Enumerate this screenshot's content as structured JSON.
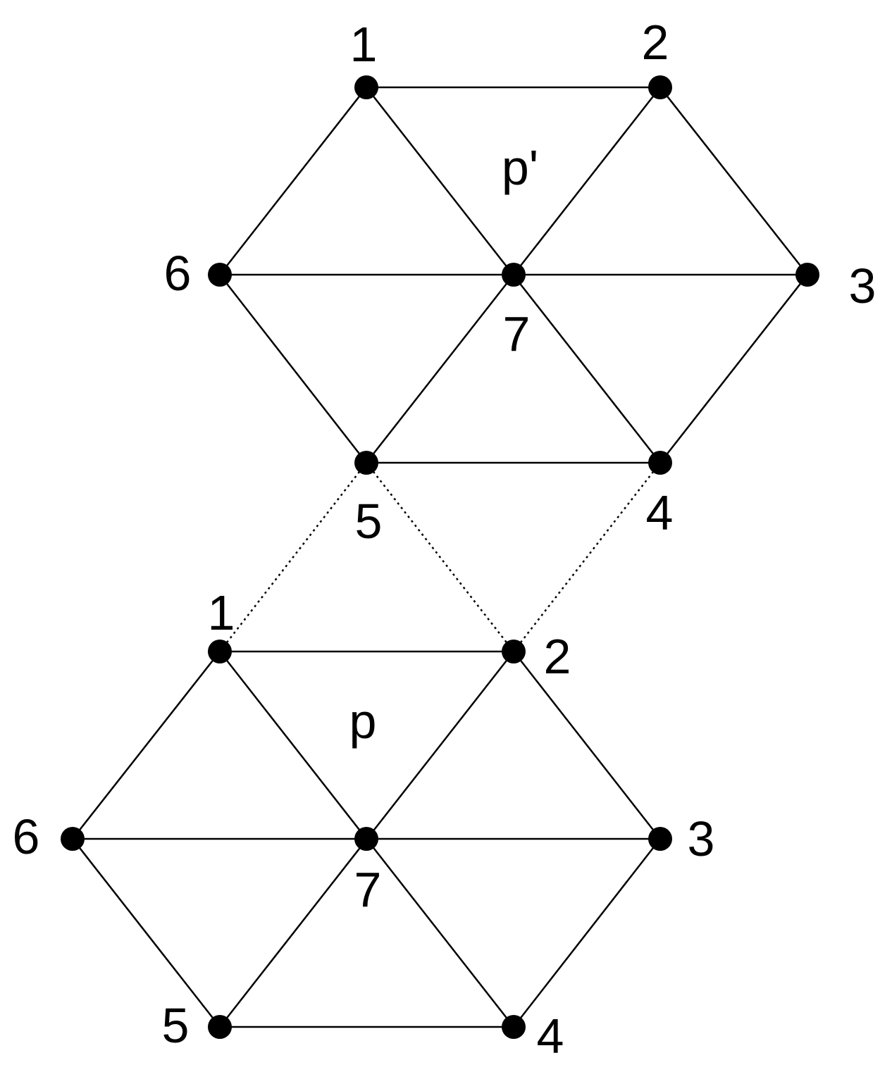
{
  "diagram": {
    "upper_hexagon": {
      "center_label": "p'",
      "vertex_labels": {
        "v1": "1",
        "v2": "2",
        "v3": "3",
        "v4": "4",
        "v5": "5",
        "v6": "6",
        "v7": "7"
      }
    },
    "lower_hexagon": {
      "center_label": "p",
      "vertex_labels": {
        "v1": "1",
        "v2": "2",
        "v3": "3",
        "v4": "4",
        "v5": "5",
        "v6": "6",
        "v7": "7"
      }
    },
    "colors": {
      "line": "#000000",
      "node": "#000000",
      "background": "#ffffff"
    }
  }
}
